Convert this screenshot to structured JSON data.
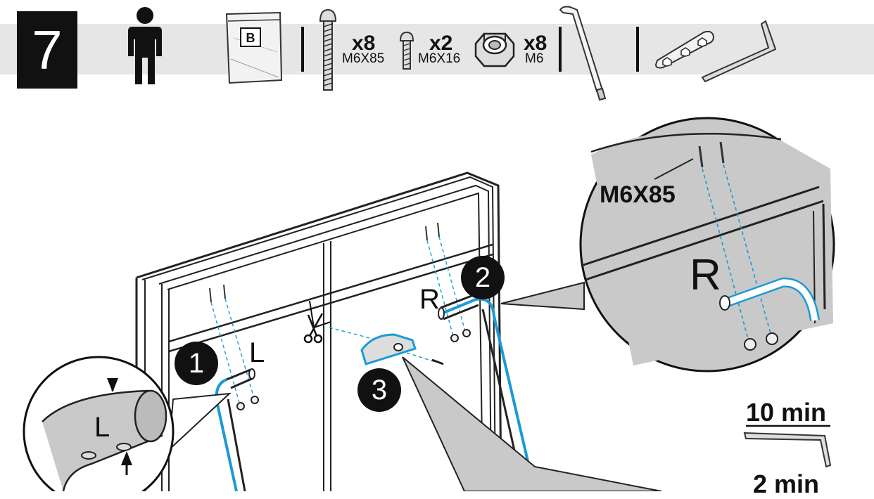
{
  "header": {
    "step_number": "7",
    "bag_label": "B",
    "hardware": [
      {
        "name": "bolt-long",
        "qty": "x8",
        "code": "M6X85"
      },
      {
        "name": "bolt-short",
        "qty": "x2",
        "code": "M6X16"
      },
      {
        "name": "nut",
        "qty": "x8",
        "code": "M6"
      }
    ]
  },
  "diagram": {
    "callouts": [
      "1",
      "2",
      "3"
    ],
    "side_left": "L",
    "side_right": "R",
    "zoom_bolt_label": "M6X85",
    "zoom_right_letter": "R",
    "zoom_left_letter": "L"
  },
  "timing": {
    "tool_time": "10 min",
    "alt_time": "2 min"
  },
  "colors": {
    "accent_blue": "#1a9bd7",
    "header_band": "#e6e6e6",
    "zoom_fill": "#c9c9c9"
  }
}
